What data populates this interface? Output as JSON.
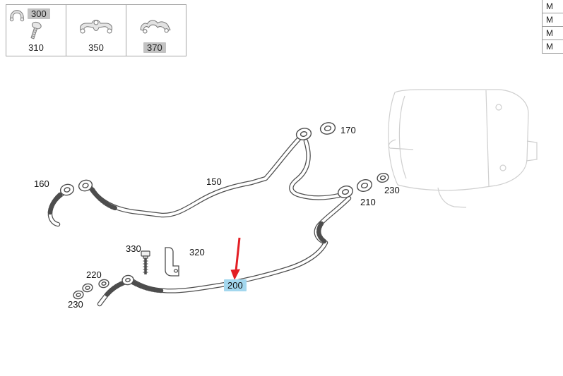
{
  "thumb_table": {
    "highlight_color": "#c2c2c2",
    "cells": [
      {
        "top_label": "300",
        "top_highlighted": true,
        "bottom_label": "310",
        "icons": [
          "clamp-icon",
          "screw-icon"
        ]
      },
      {
        "bottom_label": "350",
        "icons": [
          "bracket-icon"
        ]
      },
      {
        "bottom_label": "370",
        "bottom_highlighted": true,
        "icons": [
          "pipe-clamp-icon"
        ]
      }
    ]
  },
  "right_table": {
    "rows": [
      "M",
      "M",
      "M",
      "M"
    ]
  },
  "diagram": {
    "labels": {
      "l160": "160",
      "l150": "150",
      "l170": "170",
      "l210": "210",
      "l230r": "230",
      "l330": "330",
      "l320": "320",
      "l220": "220",
      "l230l": "230",
      "l200": "200"
    },
    "selected_part": "200",
    "selection_highlight_color": "#a3d7ee",
    "arrow_color": "#e31e24",
    "pipe_color": "#4d4d4d",
    "ghost_part_color": "#cfcfcf"
  }
}
